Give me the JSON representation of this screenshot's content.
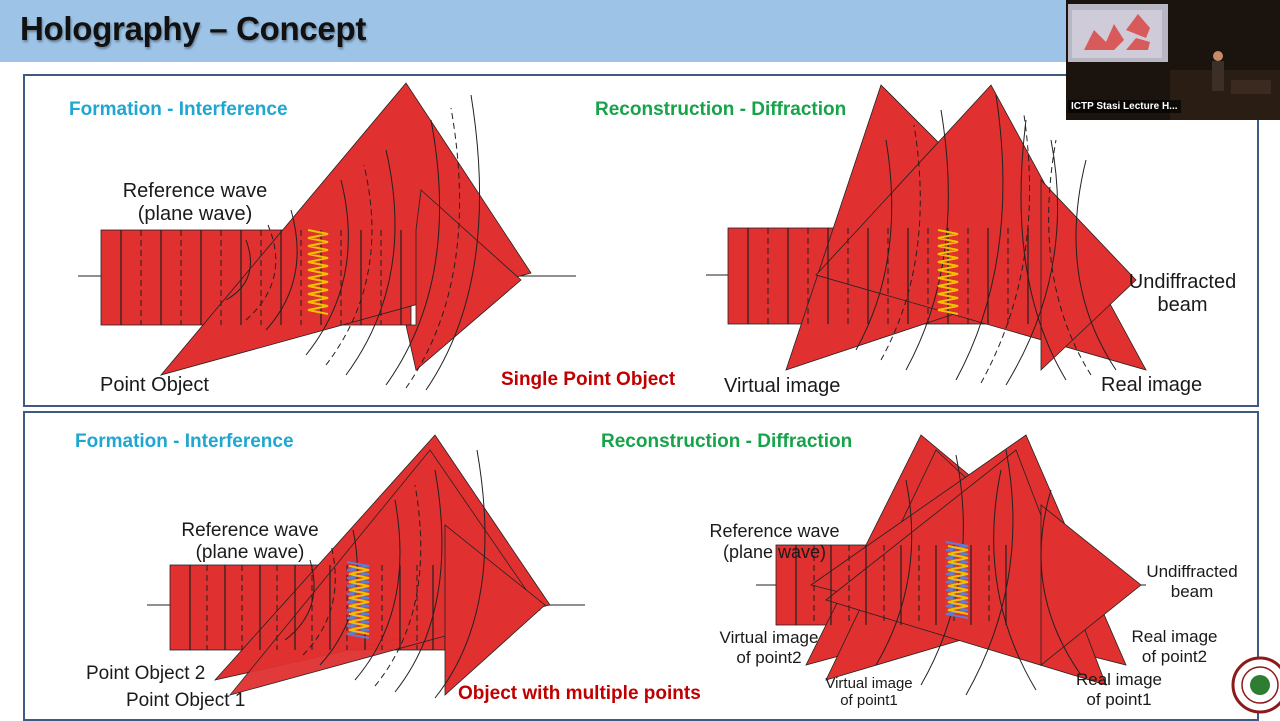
{
  "slide": {
    "title": "Holography – Concept"
  },
  "top_row": {
    "left_title": "Formation - Interference",
    "right_title": "Reconstruction - Diffraction",
    "center_caption": "Single Point Object",
    "labels": {
      "reference_wave_line1": "Reference wave",
      "reference_wave_line2": "(plane wave)",
      "point_object": "Point Object",
      "virtual_image": "Virtual image",
      "real_image": "Real image",
      "undiffracted_line1": "Undiffracted",
      "undiffracted_line2": "beam"
    }
  },
  "bottom_row": {
    "left_title": "Formation - Interference",
    "right_title": "Reconstruction - Diffraction",
    "center_caption": "Object with multiple points",
    "labels": {
      "reference_wave_line1": "Reference wave",
      "reference_wave_line2": "(plane wave)",
      "point_object_2": "Point Object 2",
      "point_object_1": "Point Object 1",
      "right_reference_line1": "Reference wave",
      "right_reference_line2": "(plane wave)",
      "virtual_image_point2_line1": "Virtual image",
      "virtual_image_point2_line2": "of point2",
      "virtual_image_point1_line1": "Virtual image",
      "virtual_image_point1_line2": "of point1",
      "real_image_point2_line1": "Real image",
      "real_image_point2_line2": "of point2",
      "real_image_point1_line1": "Real image",
      "real_image_point1_line2": "of point1",
      "undiffracted_line1": "Undiffracted",
      "undiffracted_line2": "beam"
    }
  },
  "video_overlay": {
    "caption": "ICTP Stasi Lecture H..."
  },
  "colors": {
    "title_bar": "#9dc3e6",
    "wave_red": "#e03030",
    "frame_border": "#3f5a80",
    "title_blue": "#1fa6d1",
    "title_green": "#16a34a",
    "caption_red": "#c00000",
    "fringe_yellow": "#f2c200"
  },
  "icons": [
    "webcam-video-feed",
    "university-seal-logo"
  ]
}
